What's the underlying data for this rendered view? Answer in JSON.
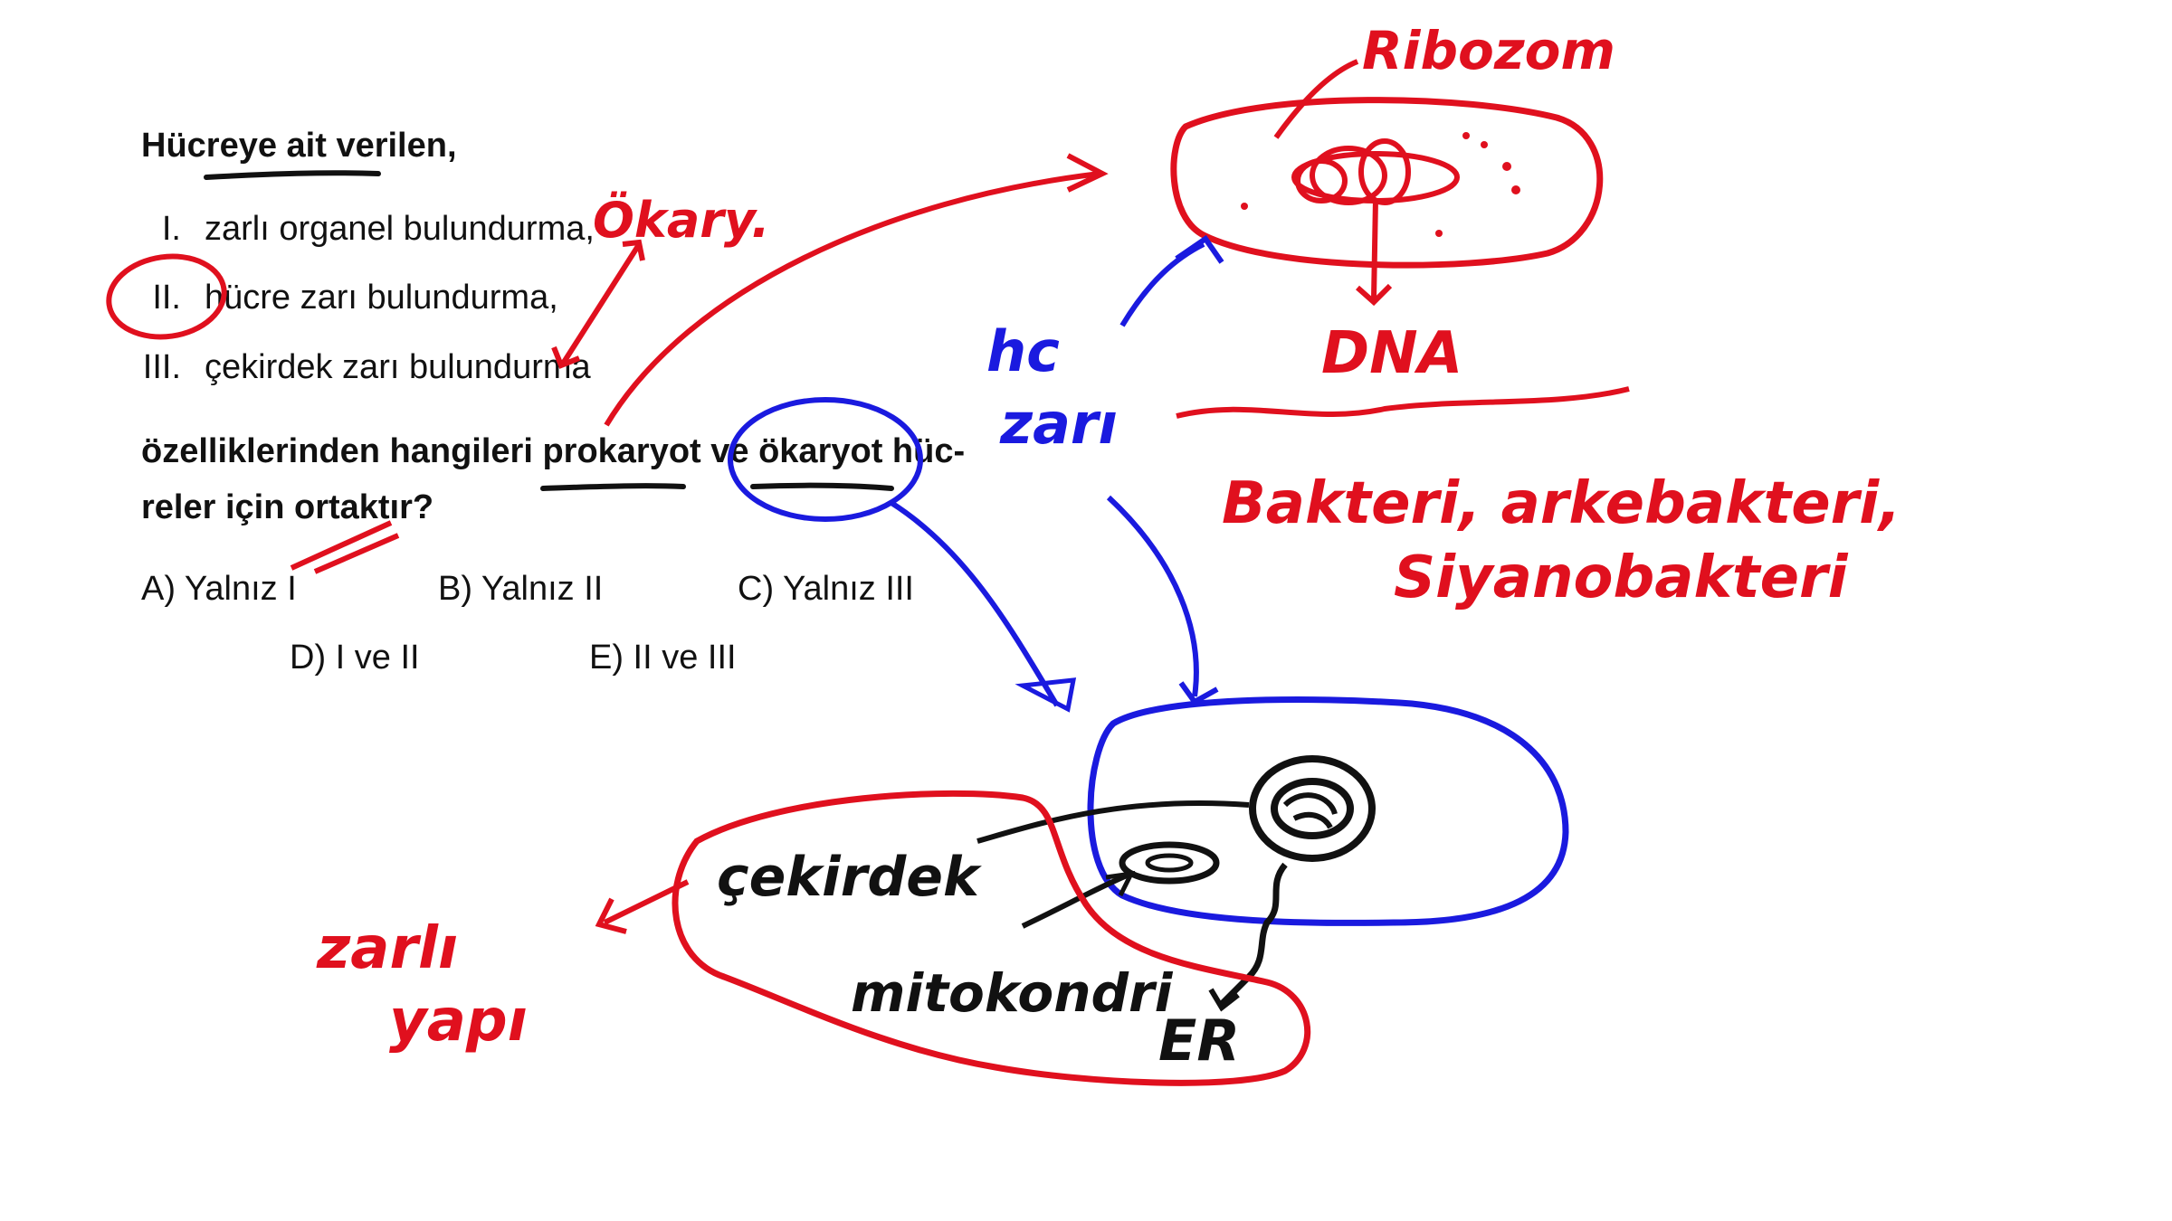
{
  "question": {
    "intro": "Hücreye ait verilen,",
    "items": [
      {
        "num": "I.",
        "text": "zarlı organel bulundurma,"
      },
      {
        "num": "II.",
        "text": "hücre zarı bulundurma,"
      },
      {
        "num": "III.",
        "text": "çekirdek zarı bulundurma"
      }
    ],
    "stem_line1": "özelliklerinden hangileri prokaryot ve ökaryot hüc-",
    "stem_line2": "reler için ortaktır?",
    "options": {
      "A": "A) Yalnız I",
      "B": "B) Yalnız II",
      "C": "C) Yalnız III",
      "D": "D) I ve II",
      "E": "E) II ve III"
    }
  },
  "annotations": {
    "okaryot": "Ökary.",
    "ribozom": "Ribozom",
    "dna": "DNA",
    "hc_zari_1": "hc",
    "hc_zari_2": "zarı",
    "bakteri_line1": "Bakteri, arkebakteri,",
    "bakteri_line2": "Siyanobakteri",
    "cekirdek": "çekirdek",
    "mitokondri": "mitokondri",
    "er": "ER",
    "zarli_1": "zarlı",
    "zarli_2": "yapı"
  },
  "colors": {
    "red_ink": "#e0101e",
    "blue_ink": "#1a1adf",
    "black_ink": "#111111"
  }
}
